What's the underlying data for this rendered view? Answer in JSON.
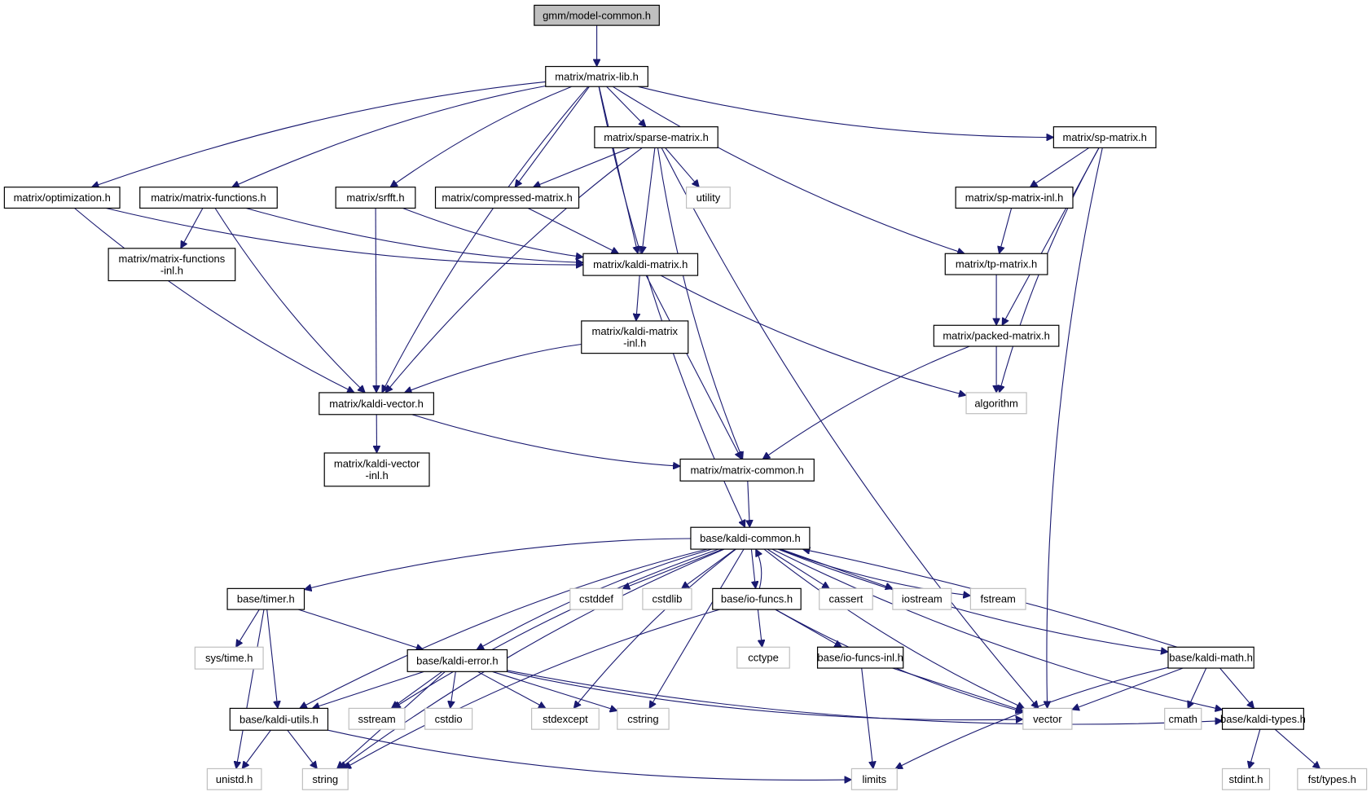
{
  "title": "gmm/model-common.h include dependency graph",
  "colors": {
    "edge": "#191970",
    "root_fill": "#bfbfbf",
    "local_border": "#000000",
    "system_border": "#bfbfbf"
  },
  "nodes": [
    {
      "id": "model_common",
      "label": [
        "gmm/model-common.h"
      ],
      "kind": "root"
    },
    {
      "id": "matrix_lib",
      "label": [
        "matrix/matrix-lib.h"
      ],
      "kind": "local"
    },
    {
      "id": "optimization",
      "label": [
        "matrix/optimization.h"
      ],
      "kind": "local"
    },
    {
      "id": "matrix_functions",
      "label": [
        "matrix/matrix-functions.h"
      ],
      "kind": "local"
    },
    {
      "id": "matrix_functions_inl",
      "label": [
        "matrix/matrix-functions",
        "-inl.h"
      ],
      "kind": "local"
    },
    {
      "id": "srfft",
      "label": [
        "matrix/srfft.h"
      ],
      "kind": "local"
    },
    {
      "id": "compressed_matrix",
      "label": [
        "matrix/compressed-matrix.h"
      ],
      "kind": "local"
    },
    {
      "id": "sparse_matrix",
      "label": [
        "matrix/sparse-matrix.h"
      ],
      "kind": "local"
    },
    {
      "id": "utility",
      "label": [
        "utility"
      ],
      "kind": "system"
    },
    {
      "id": "sp_matrix",
      "label": [
        "matrix/sp-matrix.h"
      ],
      "kind": "local"
    },
    {
      "id": "sp_matrix_inl",
      "label": [
        "matrix/sp-matrix-inl.h"
      ],
      "kind": "local"
    },
    {
      "id": "tp_matrix",
      "label": [
        "matrix/tp-matrix.h"
      ],
      "kind": "local"
    },
    {
      "id": "kaldi_matrix",
      "label": [
        "matrix/kaldi-matrix.h"
      ],
      "kind": "local"
    },
    {
      "id": "kaldi_matrix_inl",
      "label": [
        "matrix/kaldi-matrix",
        "-inl.h"
      ],
      "kind": "local"
    },
    {
      "id": "packed_matrix",
      "label": [
        "matrix/packed-matrix.h"
      ],
      "kind": "local"
    },
    {
      "id": "algorithm",
      "label": [
        "algorithm"
      ],
      "kind": "system"
    },
    {
      "id": "kaldi_vector",
      "label": [
        "matrix/kaldi-vector.h"
      ],
      "kind": "local"
    },
    {
      "id": "kaldi_vector_inl",
      "label": [
        "matrix/kaldi-vector",
        "-inl.h"
      ],
      "kind": "local"
    },
    {
      "id": "matrix_common",
      "label": [
        "matrix/matrix-common.h"
      ],
      "kind": "local"
    },
    {
      "id": "kaldi_common",
      "label": [
        "base/kaldi-common.h"
      ],
      "kind": "local"
    },
    {
      "id": "timer",
      "label": [
        "base/timer.h"
      ],
      "kind": "local"
    },
    {
      "id": "cstddef",
      "label": [
        "cstddef"
      ],
      "kind": "system"
    },
    {
      "id": "cstdlib",
      "label": [
        "cstdlib"
      ],
      "kind": "system"
    },
    {
      "id": "io_funcs",
      "label": [
        "base/io-funcs.h"
      ],
      "kind": "local"
    },
    {
      "id": "cassert",
      "label": [
        "cassert"
      ],
      "kind": "system"
    },
    {
      "id": "iostream",
      "label": [
        "iostream"
      ],
      "kind": "system"
    },
    {
      "id": "fstream",
      "label": [
        "fstream"
      ],
      "kind": "system"
    },
    {
      "id": "sys_time",
      "label": [
        "sys/time.h"
      ],
      "kind": "system"
    },
    {
      "id": "kaldi_error",
      "label": [
        "base/kaldi-error.h"
      ],
      "kind": "local"
    },
    {
      "id": "cctype",
      "label": [
        "cctype"
      ],
      "kind": "system"
    },
    {
      "id": "io_funcs_inl",
      "label": [
        "base/io-funcs-inl.h"
      ],
      "kind": "local"
    },
    {
      "id": "kaldi_math",
      "label": [
        "base/kaldi-math.h"
      ],
      "kind": "local"
    },
    {
      "id": "kaldi_utils",
      "label": [
        "base/kaldi-utils.h"
      ],
      "kind": "local"
    },
    {
      "id": "sstream",
      "label": [
        "sstream"
      ],
      "kind": "system"
    },
    {
      "id": "cstdio",
      "label": [
        "cstdio"
      ],
      "kind": "system"
    },
    {
      "id": "stdexcept",
      "label": [
        "stdexcept"
      ],
      "kind": "system"
    },
    {
      "id": "cstring",
      "label": [
        "cstring"
      ],
      "kind": "system"
    },
    {
      "id": "vector",
      "label": [
        "vector"
      ],
      "kind": "system"
    },
    {
      "id": "cmath",
      "label": [
        "cmath"
      ],
      "kind": "system"
    },
    {
      "id": "kaldi_types",
      "label": [
        "base/kaldi-types.h"
      ],
      "kind": "local"
    },
    {
      "id": "unistd",
      "label": [
        "unistd.h"
      ],
      "kind": "system"
    },
    {
      "id": "string",
      "label": [
        "string"
      ],
      "kind": "system"
    },
    {
      "id": "limits",
      "label": [
        "limits"
      ],
      "kind": "system"
    },
    {
      "id": "stdint",
      "label": [
        "stdint.h"
      ],
      "kind": "system"
    },
    {
      "id": "fst_types",
      "label": [
        "fst/types.h"
      ],
      "kind": "system"
    }
  ],
  "edges": [
    [
      "model_common",
      "matrix_lib"
    ],
    [
      "matrix_lib",
      "optimization"
    ],
    [
      "matrix_lib",
      "matrix_functions"
    ],
    [
      "matrix_lib",
      "srfft"
    ],
    [
      "matrix_lib",
      "compressed_matrix"
    ],
    [
      "matrix_lib",
      "sparse_matrix"
    ],
    [
      "matrix_lib",
      "sp_matrix"
    ],
    [
      "matrix_lib",
      "tp_matrix"
    ],
    [
      "matrix_lib",
      "kaldi_matrix"
    ],
    [
      "matrix_lib",
      "kaldi_vector"
    ],
    [
      "matrix_lib",
      "kaldi_common"
    ],
    [
      "optimization",
      "kaldi_matrix"
    ],
    [
      "optimization",
      "kaldi_vector"
    ],
    [
      "matrix_functions",
      "matrix_functions_inl"
    ],
    [
      "matrix_functions",
      "kaldi_matrix"
    ],
    [
      "matrix_functions",
      "kaldi_vector"
    ],
    [
      "srfft",
      "kaldi_matrix"
    ],
    [
      "srfft",
      "kaldi_vector"
    ],
    [
      "compressed_matrix",
      "kaldi_matrix"
    ],
    [
      "sparse_matrix",
      "compressed_matrix"
    ],
    [
      "sparse_matrix",
      "utility"
    ],
    [
      "sparse_matrix",
      "kaldi_matrix"
    ],
    [
      "sparse_matrix",
      "kaldi_vector"
    ],
    [
      "sparse_matrix",
      "matrix_common"
    ],
    [
      "sparse_matrix",
      "vector"
    ],
    [
      "sp_matrix",
      "sp_matrix_inl"
    ],
    [
      "sp_matrix",
      "packed_matrix"
    ],
    [
      "sp_matrix",
      "algorithm"
    ],
    [
      "sp_matrix",
      "vector"
    ],
    [
      "sp_matrix_inl",
      "tp_matrix"
    ],
    [
      "tp_matrix",
      "packed_matrix"
    ],
    [
      "packed_matrix",
      "algorithm"
    ],
    [
      "packed_matrix",
      "matrix_common"
    ],
    [
      "kaldi_matrix",
      "kaldi_matrix_inl"
    ],
    [
      "kaldi_matrix",
      "matrix_common"
    ],
    [
      "kaldi_matrix",
      "algorithm"
    ],
    [
      "kaldi_matrix_inl",
      "kaldi_vector"
    ],
    [
      "kaldi_vector",
      "kaldi_vector_inl"
    ],
    [
      "kaldi_vector",
      "matrix_common"
    ],
    [
      "matrix_common",
      "kaldi_common"
    ],
    [
      "kaldi_common",
      "timer"
    ],
    [
      "kaldi_common",
      "cstddef"
    ],
    [
      "kaldi_common",
      "cstdlib"
    ],
    [
      "kaldi_common",
      "io_funcs"
    ],
    [
      "kaldi_common",
      "cassert"
    ],
    [
      "kaldi_common",
      "iostream"
    ],
    [
      "kaldi_common",
      "fstream"
    ],
    [
      "kaldi_common",
      "kaldi_error"
    ],
    [
      "kaldi_common",
      "kaldi_math"
    ],
    [
      "kaldi_common",
      "kaldi_utils"
    ],
    [
      "kaldi_common",
      "sstream"
    ],
    [
      "kaldi_common",
      "stdexcept"
    ],
    [
      "kaldi_common",
      "cstring"
    ],
    [
      "kaldi_common",
      "vector"
    ],
    [
      "kaldi_common",
      "kaldi_types"
    ],
    [
      "kaldi_common",
      "string"
    ],
    [
      "io_funcs",
      "kaldi_common"
    ],
    [
      "io_funcs",
      "cctype"
    ],
    [
      "io_funcs",
      "io_funcs_inl"
    ],
    [
      "io_funcs",
      "vector"
    ],
    [
      "io_funcs",
      "string"
    ],
    [
      "io_funcs_inl",
      "limits"
    ],
    [
      "io_funcs_inl",
      "vector"
    ],
    [
      "kaldi_math",
      "kaldi_common"
    ],
    [
      "kaldi_math",
      "vector"
    ],
    [
      "kaldi_math",
      "cmath"
    ],
    [
      "kaldi_math",
      "kaldi_types"
    ],
    [
      "kaldi_math",
      "limits"
    ],
    [
      "timer",
      "sys_time"
    ],
    [
      "timer",
      "kaldi_utils"
    ],
    [
      "timer",
      "kaldi_error"
    ],
    [
      "timer",
      "unistd"
    ],
    [
      "kaldi_error",
      "kaldi_utils"
    ],
    [
      "kaldi_error",
      "sstream"
    ],
    [
      "kaldi_error",
      "cstdio"
    ],
    [
      "kaldi_error",
      "stdexcept"
    ],
    [
      "kaldi_error",
      "cstring"
    ],
    [
      "kaldi_error",
      "vector"
    ],
    [
      "kaldi_error",
      "kaldi_types"
    ],
    [
      "kaldi_error",
      "string"
    ],
    [
      "kaldi_utils",
      "unistd"
    ],
    [
      "kaldi_utils",
      "string"
    ],
    [
      "kaldi_utils",
      "limits"
    ],
    [
      "kaldi_types",
      "stdint"
    ],
    [
      "kaldi_types",
      "fst_types"
    ]
  ]
}
